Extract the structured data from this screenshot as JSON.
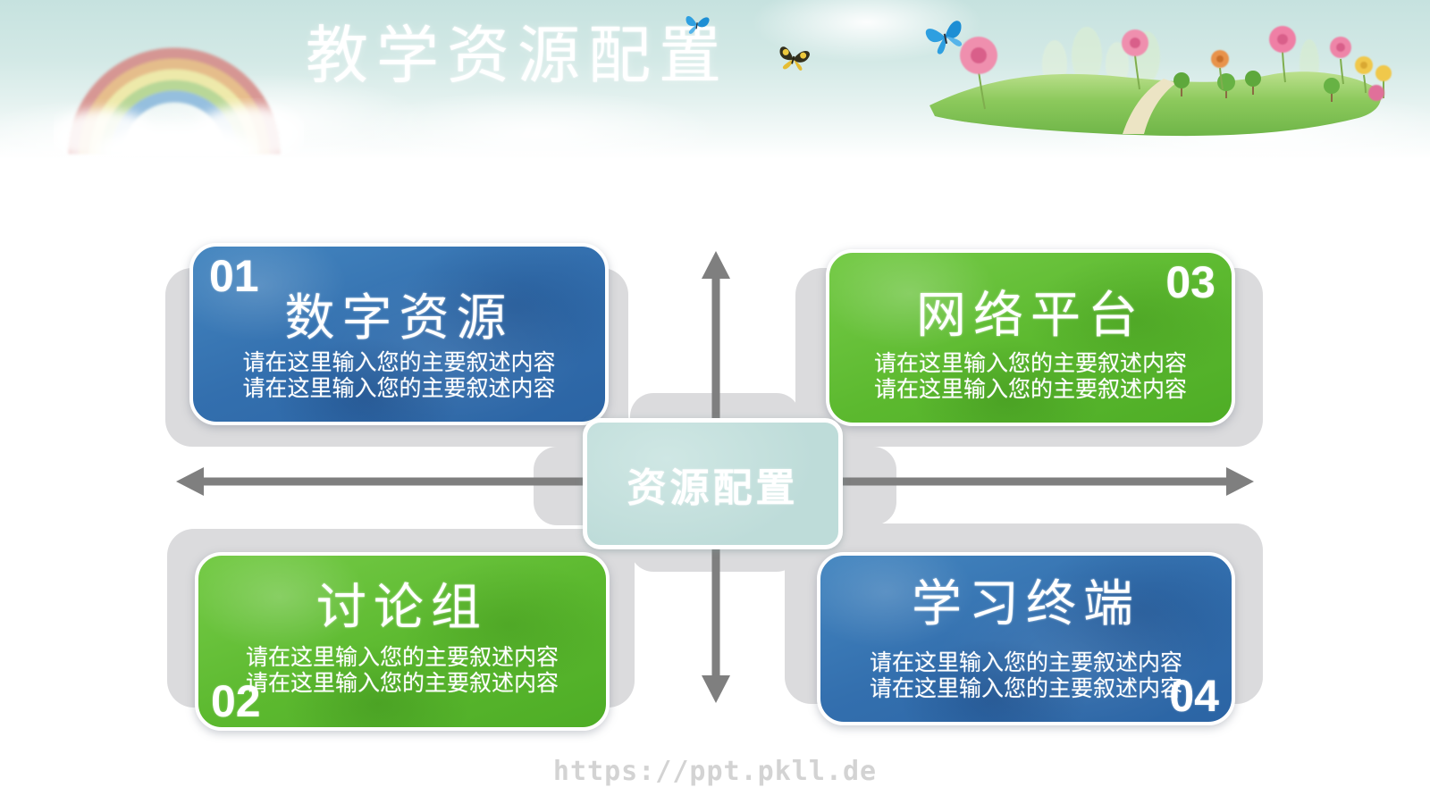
{
  "slide": {
    "title": "教学资源配置"
  },
  "center": {
    "label": "资源配置"
  },
  "watermark": {
    "text": "https://ppt.pkll.de"
  },
  "quadrants": [
    {
      "number": "01",
      "title": "数字资源",
      "desc_lines": [
        "请在这里输入您的主要叙述内容",
        "请在这里输入您的主要叙述内容"
      ],
      "theme": "blue",
      "position": "top-left"
    },
    {
      "number": "02",
      "title": "讨论组",
      "desc_lines": [
        "请在这里输入您的主要叙述内容",
        "请在这里输入您的主要叙述内容"
      ],
      "theme": "green",
      "position": "bottom-left"
    },
    {
      "number": "03",
      "title": "网络平台",
      "desc_lines": [
        "请在这里输入您的主要叙述内容",
        "请在这里输入您的主要叙述内容"
      ],
      "theme": "green",
      "position": "top-right"
    },
    {
      "number": "04",
      "title": "学习终端",
      "desc_lines": [
        "请在这里输入您的主要叙述内容",
        "请在这里输入您的主要叙述内容"
      ],
      "theme": "blue",
      "position": "bottom-right"
    }
  ],
  "colors": {
    "box_blue": "#336fae",
    "box_green": "#5cb92f",
    "center_fill": "#c6e2df",
    "connector_gray": "#dbdbdd",
    "arrow_gray": "#7f7f7f",
    "sky": "#cde6e3",
    "text": "#ffffff",
    "watermark": "#d3d3d3"
  }
}
